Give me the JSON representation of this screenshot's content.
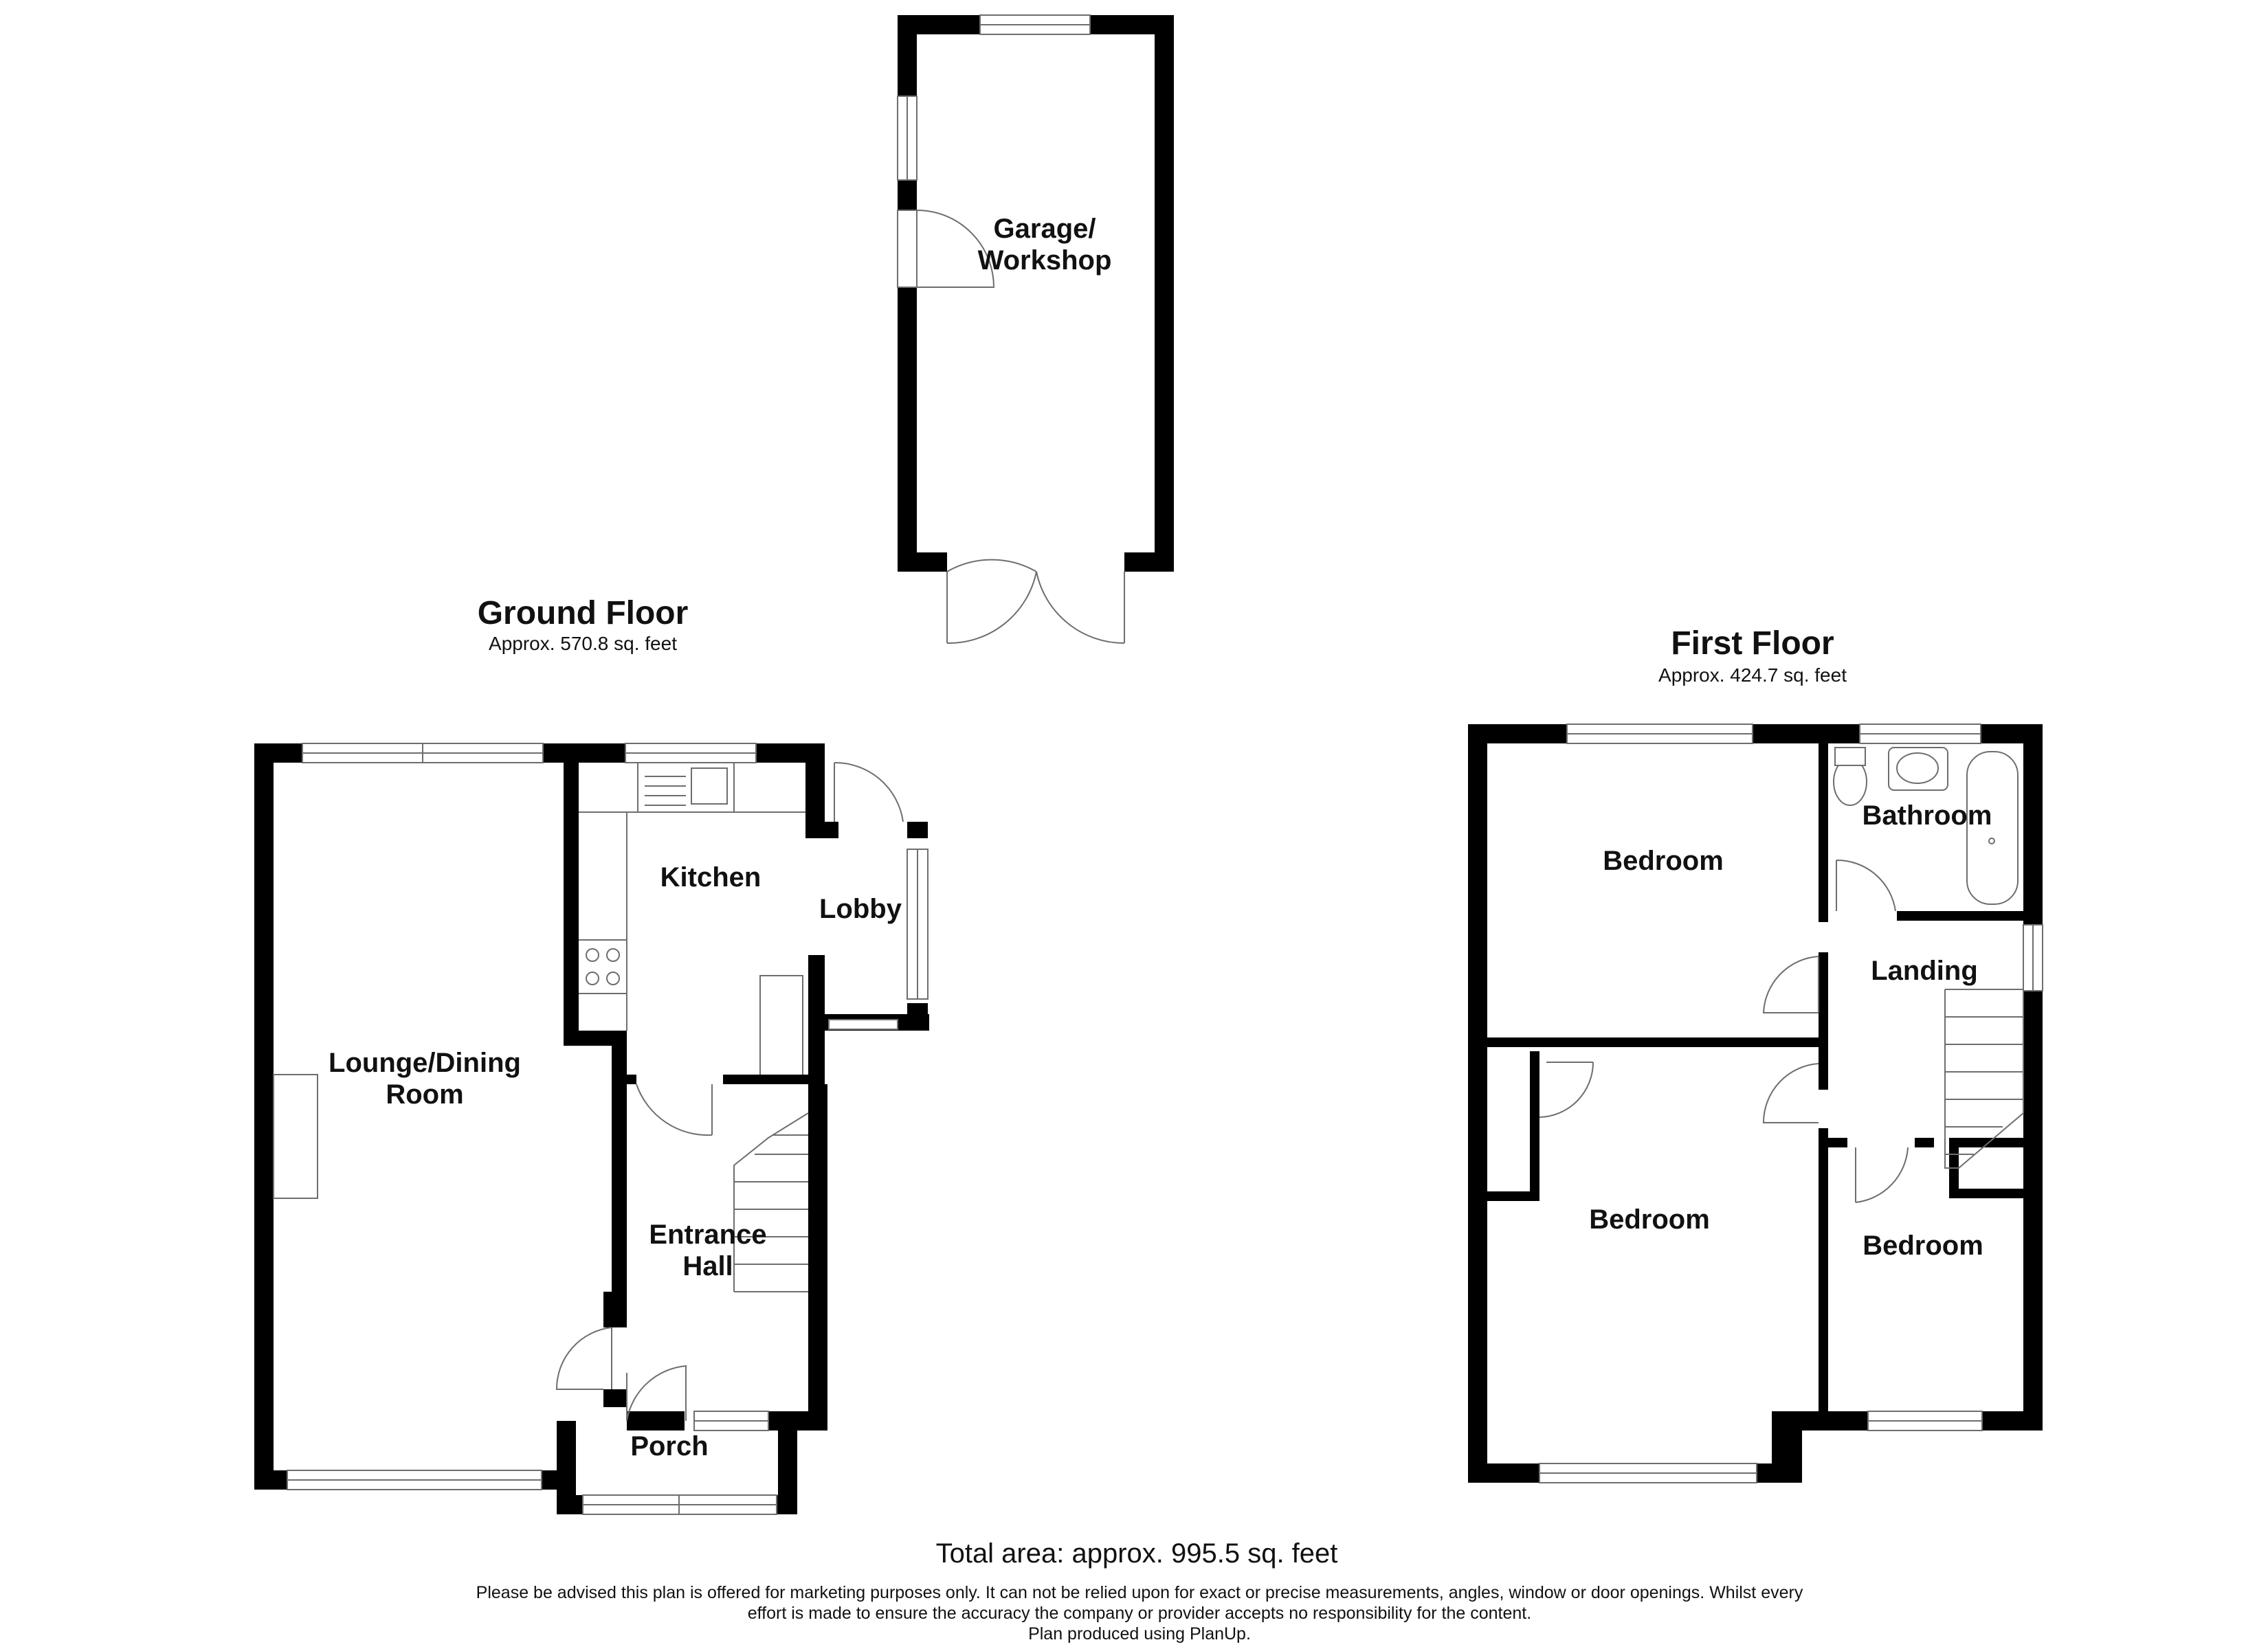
{
  "garage": {
    "label_line1": "Garage/",
    "label_line2": "Workshop"
  },
  "ground_floor": {
    "title": "Ground Floor",
    "area": "Approx. 570.8 sq. feet",
    "rooms": {
      "lounge_line1": "Lounge/Dining",
      "lounge_line2": "Room",
      "kitchen": "Kitchen",
      "lobby": "Lobby",
      "hall_line1": "Entrance",
      "hall_line2": "Hall",
      "porch": "Porch"
    }
  },
  "first_floor": {
    "title": "First Floor",
    "area": "Approx. 424.7 sq. feet",
    "rooms": {
      "bedroom_rear": "Bedroom",
      "bathroom": "Bathroom",
      "landing": "Landing",
      "bedroom_front": "Bedroom",
      "bedroom_small": "Bedroom"
    }
  },
  "footer": {
    "total": "Total area: approx. 995.5 sq. feet",
    "disclaimer_line1": "Please be advised this plan is offered for marketing purposes only. It can not be relied upon for exact or precise measurements, angles, window or door openings. Whilst every",
    "disclaimer_line2": "effort is made to ensure the accuracy the company or provider accepts no responsibility for the content.",
    "disclaimer_line3": "Plan produced using PlanUp."
  },
  "colors": {
    "wall": "#000000",
    "fixture": "#6e6e6e",
    "background": "#ffffff"
  }
}
